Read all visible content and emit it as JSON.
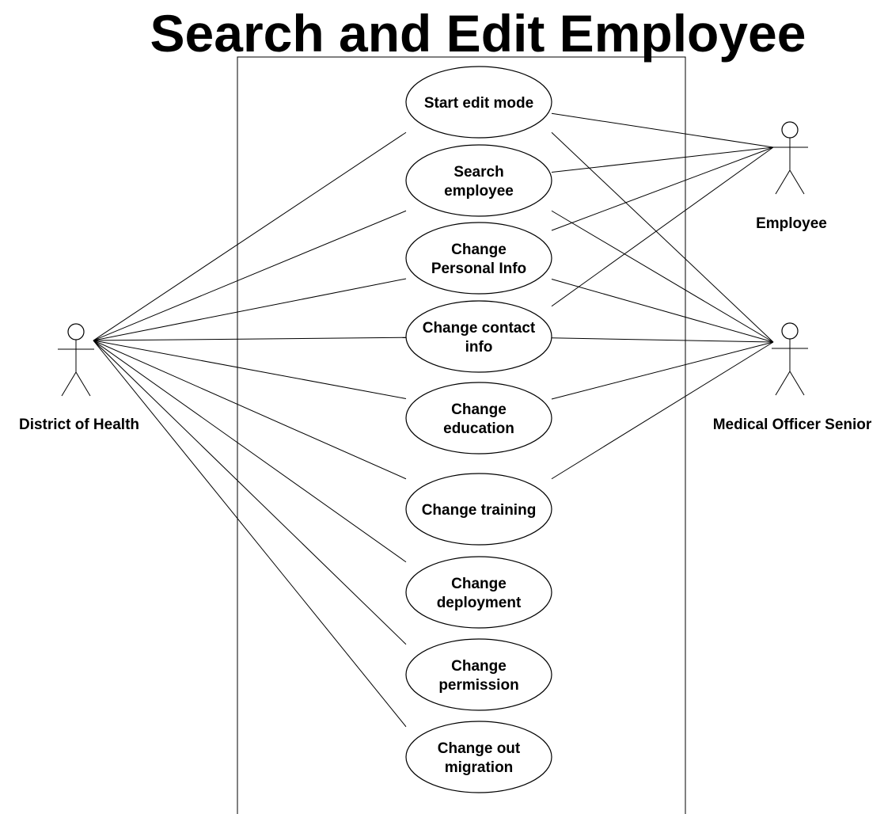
{
  "title": "Search and Edit Employee",
  "actors": [
    {
      "id": "doh",
      "name": "District of Health"
    },
    {
      "id": "emp",
      "name": "Employee"
    },
    {
      "id": "mos",
      "name": "Medical Officer Senior"
    }
  ],
  "use_cases": [
    {
      "id": "start_edit",
      "lines": [
        "Start edit mode"
      ]
    },
    {
      "id": "search",
      "lines": [
        "Search",
        "employee"
      ]
    },
    {
      "id": "personal",
      "lines": [
        "Change",
        "Personal Info"
      ]
    },
    {
      "id": "contact",
      "lines": [
        "Change contact",
        "info"
      ]
    },
    {
      "id": "education",
      "lines": [
        "Change",
        "education"
      ]
    },
    {
      "id": "training",
      "lines": [
        "Change training"
      ]
    },
    {
      "id": "deployment",
      "lines": [
        "Change",
        "deployment"
      ]
    },
    {
      "id": "permission",
      "lines": [
        "Change",
        "permission"
      ]
    },
    {
      "id": "migration",
      "lines": [
        "Change out",
        "migration"
      ]
    }
  ],
  "associations": [
    {
      "actor": "doh",
      "use_case": "start_edit"
    },
    {
      "actor": "doh",
      "use_case": "search"
    },
    {
      "actor": "doh",
      "use_case": "personal"
    },
    {
      "actor": "doh",
      "use_case": "contact"
    },
    {
      "actor": "doh",
      "use_case": "education"
    },
    {
      "actor": "doh",
      "use_case": "training"
    },
    {
      "actor": "doh",
      "use_case": "deployment"
    },
    {
      "actor": "doh",
      "use_case": "permission"
    },
    {
      "actor": "doh",
      "use_case": "migration"
    },
    {
      "actor": "emp",
      "use_case": "start_edit"
    },
    {
      "actor": "emp",
      "use_case": "search"
    },
    {
      "actor": "emp",
      "use_case": "personal"
    },
    {
      "actor": "emp",
      "use_case": "contact"
    },
    {
      "actor": "mos",
      "use_case": "start_edit"
    },
    {
      "actor": "mos",
      "use_case": "search"
    },
    {
      "actor": "mos",
      "use_case": "personal"
    },
    {
      "actor": "mos",
      "use_case": "contact"
    },
    {
      "actor": "mos",
      "use_case": "education"
    },
    {
      "actor": "mos",
      "use_case": "training"
    }
  ]
}
